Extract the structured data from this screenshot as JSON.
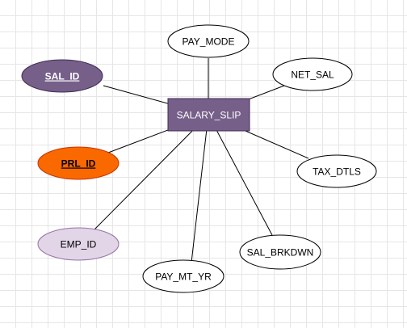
{
  "colors": {
    "edge": "#000000",
    "entity_fill": "#76608a",
    "entity_stroke": "#432d57",
    "key_fill": "#76608a",
    "key_stroke": "#432d57",
    "foreign_key_fill": "#fa6800",
    "foreign_key_stroke": "#c73500",
    "soft_fill": "#e1d5e7",
    "soft_stroke": "#9673a6",
    "attribute_fill": "#ffffff",
    "attribute_stroke": "#000000"
  },
  "entity": {
    "label": "SALARY_SLIP"
  },
  "attributes": [
    {
      "id": "sal_id",
      "label": "SAL_ID",
      "style": "key"
    },
    {
      "id": "pay_mode",
      "label": "PAY_MODE",
      "style": "plain"
    },
    {
      "id": "net_sal",
      "label": "NET_SAL",
      "style": "plain"
    },
    {
      "id": "prl_id",
      "label": "PRL_ID",
      "style": "foreign_key"
    },
    {
      "id": "tax_dtls",
      "label": "TAX_DTLS",
      "style": "plain"
    },
    {
      "id": "emp_id",
      "label": "EMP_ID",
      "style": "soft"
    },
    {
      "id": "sal_brkdwn",
      "label": "SAL_BRKDWN",
      "style": "plain"
    },
    {
      "id": "pay_mt_yr",
      "label": "PAY_MT_YR",
      "style": "plain"
    }
  ]
}
